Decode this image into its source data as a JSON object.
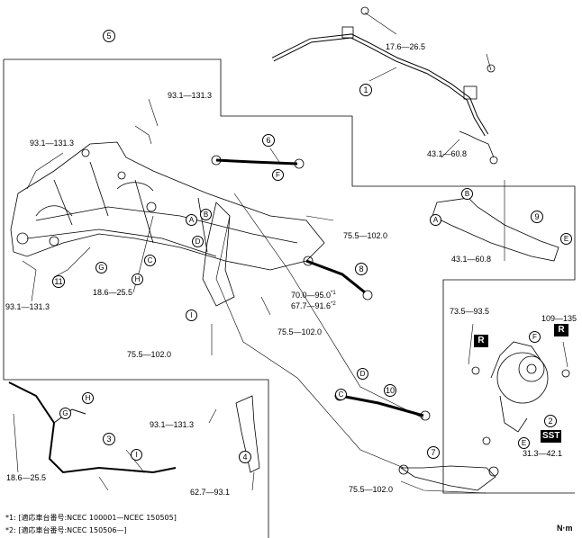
{
  "torques": {
    "t1": "17.6—26.5",
    "t2": "93.1—131.3",
    "t3": "93.1—131.3",
    "t4": "43.1—60.8",
    "t5": "75.5—102.0",
    "t6": "43.1—60.8",
    "t7": "18.6—25.5",
    "t8": "93.1—131.3",
    "t9a": "70.0—95.0",
    "t9b": "67.7—91.6",
    "t10": "75.5—102.0",
    "t11": "75.5—102.0",
    "t12": "73.5—93.5",
    "t13": "109—135",
    "t14": "93.1—131.3",
    "t15": "31.3—42.1",
    "t16": "18.6—25.5",
    "t17": "62.7—93.1",
    "t18": "75.5—102.0"
  },
  "marks": {
    "m1": "*1",
    "m2": "*2"
  },
  "parts": [
    "1",
    "2",
    "3",
    "4",
    "5",
    "6",
    "7",
    "8",
    "9",
    "10",
    "11"
  ],
  "letters": {
    "A": "A",
    "B": "B",
    "C": "C",
    "D": "D",
    "E": "E",
    "F": "F",
    "G": "G",
    "H": "H",
    "I": "I"
  },
  "boxes": {
    "r1": "R",
    "r2": "R",
    "sst": "SST"
  },
  "footnotes": {
    "f1": "*1: [適応車台番号:NCEC 100001—NCEC 150505]",
    "f2": "*2: [適応車台番号:NCEC 150506—]"
  },
  "unit": "N·m"
}
